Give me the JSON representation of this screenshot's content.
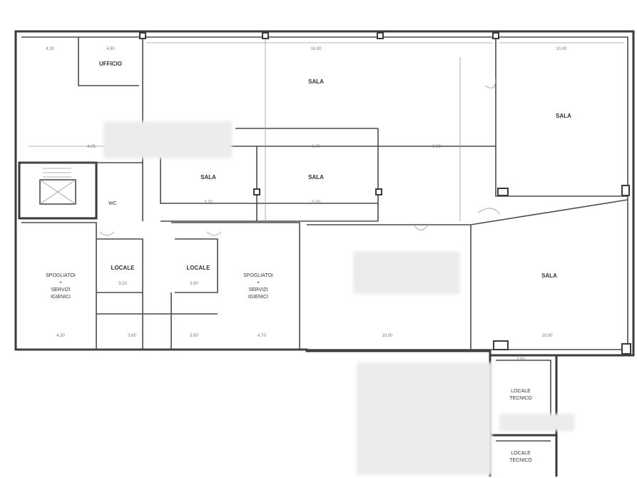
{
  "rooms": {
    "ufficio": "UFFICIO",
    "sala_1": "SALA",
    "sala_2": "SALA",
    "sala_3": "SALA",
    "sala_4": "SALA",
    "sala_5": "SALA",
    "locale_1": "LOCALE",
    "locale_2": "LOCALE",
    "spogliatoi_1": [
      "SPOGLIATOI",
      "+",
      "SERVIZI",
      "IGIENICI"
    ],
    "spogliatoi_2": [
      "SPOGLIATOI",
      "+",
      "SERVIZI",
      "IGIENICI"
    ],
    "locale_tecnico_1": [
      "LOCALE",
      "TECNICO"
    ],
    "locale_tecnico_2": [
      "LOCALE",
      "TECNICO"
    ],
    "wc": "WC"
  },
  "dimensions": {
    "top_1": "4.30",
    "top_2": "4.50",
    "top_3": "10.00",
    "top_4": "10.00",
    "mid_1": "4.05",
    "mid_2": "8.70",
    "mid_3": "8.00",
    "bot_1": "4.30",
    "bot_2": "3.60",
    "bot_3": "3.60",
    "bot_4": "4.70",
    "bot_5": "10.00",
    "bot_6": "10.00",
    "sala_small_1": "3.70",
    "sala_small_2": "5.00",
    "loc_1": "3.20",
    "loc_2": "3.60",
    "tech": "3.00"
  }
}
